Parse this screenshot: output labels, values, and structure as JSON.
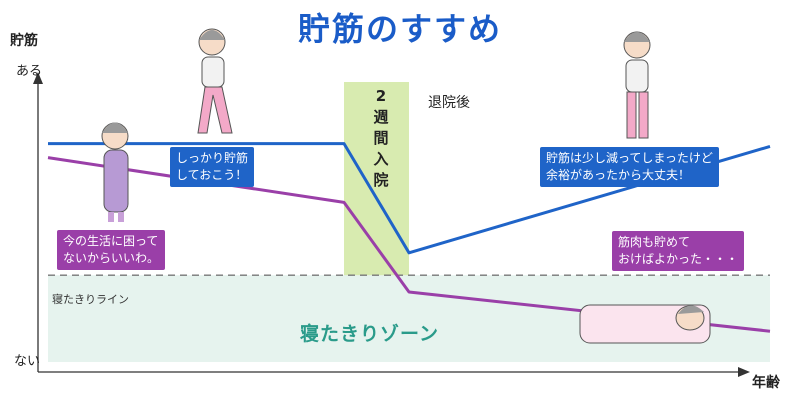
{
  "title": "貯筋のすすめ",
  "axis": {
    "y_title": "貯筋",
    "y_high": "ある",
    "y_low": "ない",
    "x_title": "年齢"
  },
  "zones": {
    "bedridden_line_label": "寝たきりライン",
    "bedridden_zone_label": "寝たきりゾーン",
    "hospital_label": "2週間入院",
    "discharge_label": "退院後"
  },
  "captions": {
    "blue_before": "しっかり貯筋\nしておこう！",
    "blue_after": "貯筋は少し減ってしまったけど\n余裕があったから大丈夫！",
    "purple_before": "今の生活に困って\nないからいいわ。",
    "purple_after": "筋肉も貯めて\nおけばよかった・・・"
  },
  "colors": {
    "title": "#1a5cc8",
    "blue_line": "#1f64c8",
    "purple_line": "#9a3fa8",
    "hospital_band": "#d8ebb0",
    "bedridden_zone": "#e6f3ee"
  },
  "chart_data": {
    "type": "line",
    "xlabel": "年齢",
    "ylabel": "貯筋",
    "x": [
      0,
      0.41,
      0.5,
      1.0
    ],
    "xlim": [
      0,
      1
    ],
    "ylim": [
      0,
      1
    ],
    "series": [
      {
        "values": [
          0.78,
          0.78,
          0.39,
          0.77
        ]
      },
      {
        "values": [
          0.73,
          0.57,
          0.25,
          0.11
        ]
      }
    ],
    "bedridden_threshold": 0.31,
    "hospital_span": [
      0.41,
      0.5
    ]
  }
}
